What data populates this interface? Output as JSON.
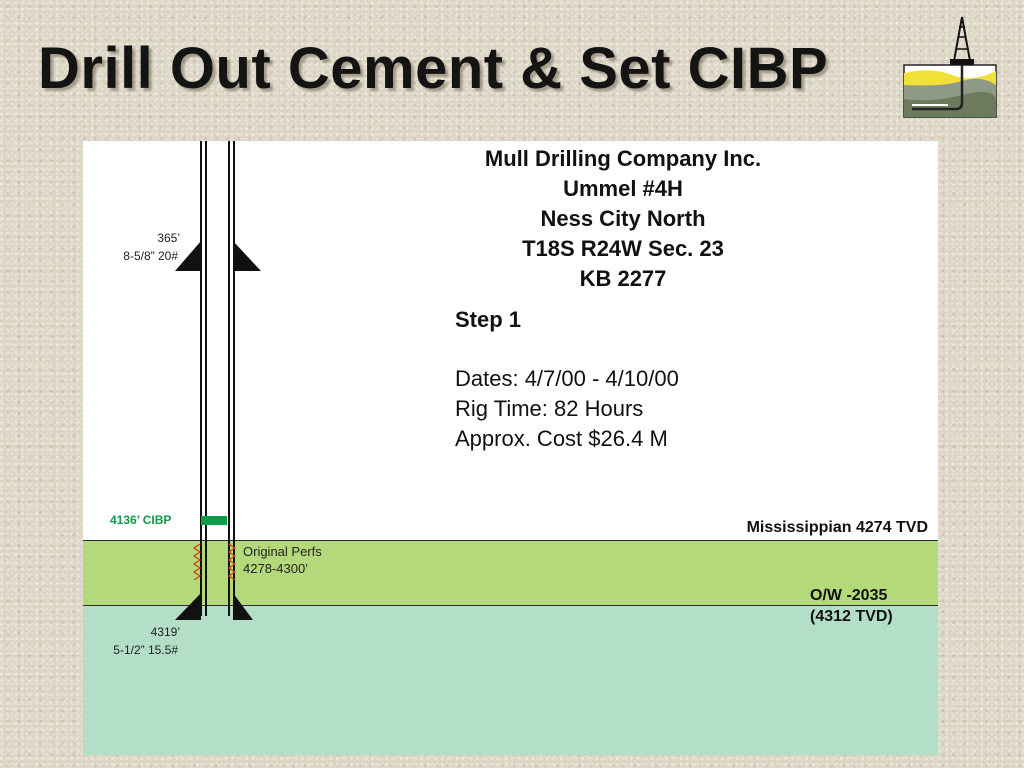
{
  "slide": {
    "title": "Drill Out Cement & Set CIBP"
  },
  "well": {
    "company": "Mull Drilling Company Inc.",
    "well_name": "Ummel #4H",
    "field": "Ness City North",
    "location": "T18S R24W Sec. 23",
    "kb": "KB 2277"
  },
  "step": {
    "label": "Step 1",
    "dates": "Dates: 4/7/00 - 4/10/00",
    "rig_time": "Rig Time: 82 Hours",
    "cost": "Approx. Cost $26.4 M"
  },
  "casing": {
    "surface_depth": "365’",
    "surface_spec": "8-5/8” 20#",
    "production_depth": "4319’",
    "production_spec": "5-1/2” 15.5#"
  },
  "cibp": {
    "label": "4136’ CIBP"
  },
  "perfs": {
    "label": "Original Perfs",
    "interval": "4278-4300’"
  },
  "formation": {
    "label": "Mississippian 4274 TVD"
  },
  "contact": {
    "label": "O/W -2035",
    "tvd": "(4312 TVD)"
  },
  "colors": {
    "cibp_green": "#0e9a48",
    "zone_green": "#b4d97a",
    "zone_teal": "#b3dec8",
    "perf_red": "#d23a1e",
    "casing_black": "#111111"
  }
}
